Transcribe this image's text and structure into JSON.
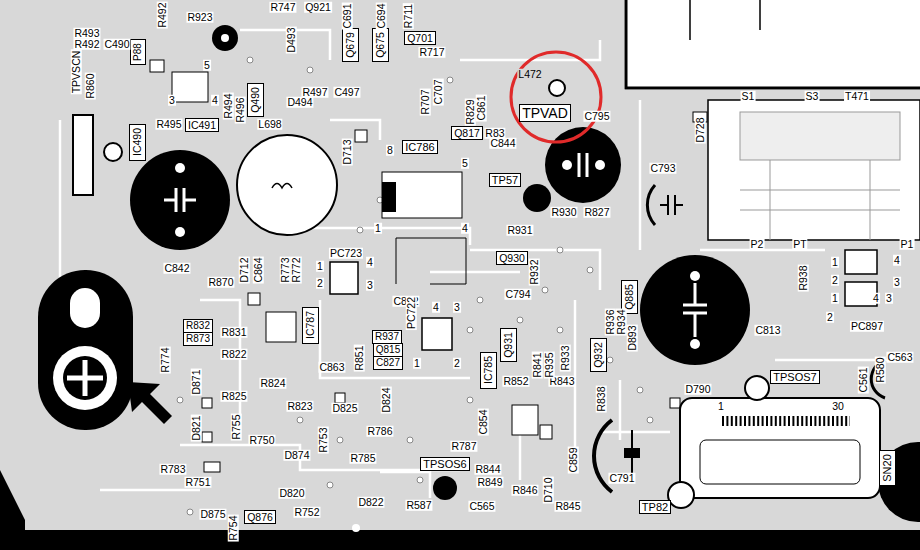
{
  "diagram": {
    "nodes": [
      {
        "text": [
          "L472"
        ]
      },
      {
        "text": [
          "TPVAD"
        ],
        "in": 0
      },
      {
        "text": [
          "P88"
        ]
      },
      {
        "text": [
          "Q679"
        ]
      },
      {
        "text": [
          "Q675"
        ]
      },
      {
        "text": [
          "Q701"
        ]
      },
      {
        "text": [
          "Q490"
        ]
      },
      {
        "text": [
          "IC491"
        ]
      },
      {
        "text": [
          "IC490"
        ]
      },
      {
        "text": [
          "Q817"
        ]
      },
      {
        "text": [
          "IC786"
        ]
      },
      {
        "text": [
          "TP57"
        ]
      },
      {
        "text": [
          "Q930"
        ]
      },
      {
        "text": [
          "Q885"
        ]
      },
      {
        "text": [
          "IC787"
        ]
      },
      {
        "text": [
          "R832"
        ]
      },
      {
        "text": [
          "R873"
        ]
      },
      {
        "text": [
          "R937"
        ]
      },
      {
        "text": [
          "Q815"
        ]
      },
      {
        "text": [
          "C827"
        ]
      },
      {
        "text": [
          "Q931"
        ]
      },
      {
        "text": [
          "IC785"
        ]
      },
      {
        "text": [
          "Q932"
        ]
      },
      {
        "text": [
          "TPSOS7"
        ]
      },
      {
        "text": [
          "TPSOS6"
        ]
      },
      {
        "text": [
          "TP82"
        ]
      },
      {
        "text": [
          "Q876"
        ]
      },
      {
        "text": [
          "SN20"
        ]
      }
    ],
    "labels": [
      "R492",
      "R923",
      "R747",
      "Q921",
      "C691",
      "C694",
      "R711",
      "R493",
      "R492",
      "C490",
      "TPVSCN",
      "R860",
      "D493",
      "R717",
      "5",
      "3",
      "4",
      "R494",
      "R496",
      "R497",
      "C497",
      "D494",
      "R707",
      "C707",
      "R495",
      "L698",
      "D713",
      "8",
      "5",
      "R829",
      "C861",
      "R83",
      "C844",
      "C795",
      "D728",
      "S1",
      "S3",
      "T471",
      "C793",
      "R930",
      "R827",
      "R931",
      "1",
      "4",
      "P2",
      "PT",
      "P1",
      "R938",
      "1",
      "2",
      "4",
      "3",
      "1",
      "2",
      "4",
      "3",
      "PC897",
      "C813",
      "C842",
      "PC723",
      "4",
      "1",
      "2",
      "3",
      "D712",
      "C864",
      "R773",
      "R772",
      "R870",
      "C862",
      "C794",
      "R932",
      "R936",
      "R934",
      "D893",
      "PC722",
      "4",
      "3",
      "1",
      "2",
      "R831",
      "R822",
      "R851",
      "C863",
      "R774",
      "D871",
      "R825",
      "R824",
      "D825",
      "R823",
      "D824",
      "R786",
      "R852",
      "R841",
      "R843",
      "R933",
      "R935",
      "R838",
      "C854",
      "D790",
      "1",
      "30",
      "R580",
      "C561",
      "C563",
      "D821",
      "R755",
      "R750",
      "R753",
      "R785",
      "D874",
      "R783",
      "R751",
      "D820",
      "R752",
      "D822",
      "R787",
      "R844",
      "R849",
      "R846",
      "D710",
      "C859",
      "C791",
      "R587",
      "C565",
      "R845",
      "D875",
      "R754"
    ]
  }
}
